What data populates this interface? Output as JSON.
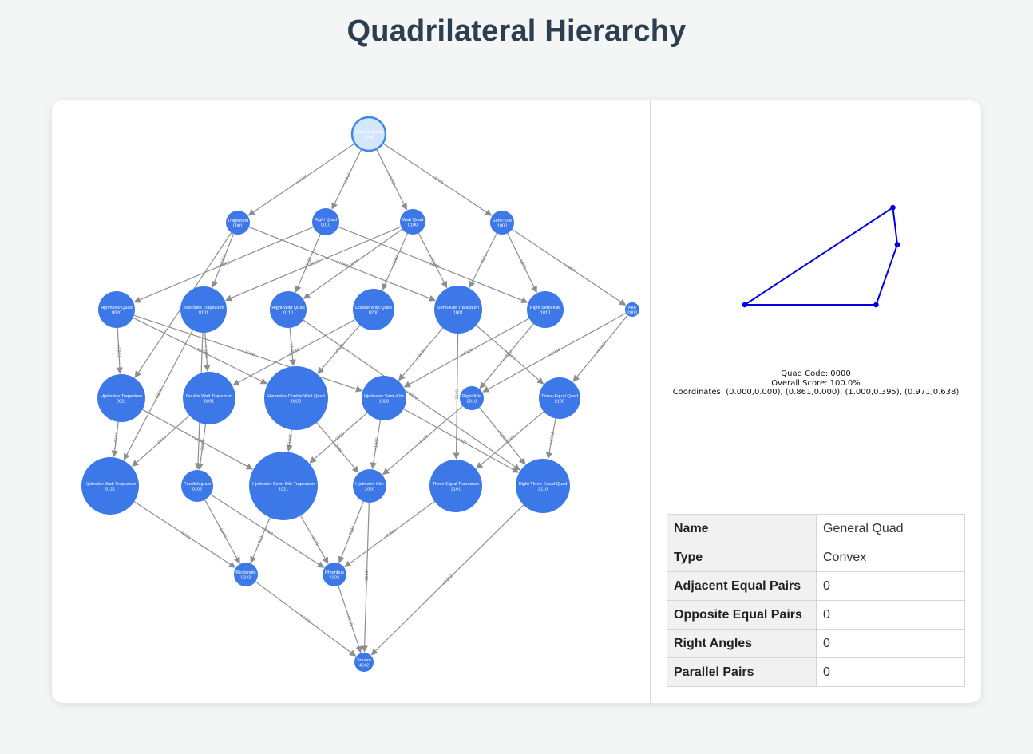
{
  "page": {
    "title": "Quadrilateral Hierarchy"
  },
  "colors": {
    "node": "#3c78e8",
    "selected_fill": "#d3e6fb",
    "selected_stroke": "#3c8be6",
    "edge": "#8e8e8e",
    "shape": "#0000e0"
  },
  "graph": {
    "selected": "0000",
    "nodes": [
      {
        "code": "0000",
        "name": "General Quad"
      },
      {
        "code": "0001",
        "name": "Trapezium"
      },
      {
        "code": "0010",
        "name": "Right Quad"
      },
      {
        "code": "0100",
        "name": "Watt Quad"
      },
      {
        "code": "1000",
        "name": "Semi-Kite"
      },
      {
        "code": "0020",
        "name": "Hjelmslev Quad"
      },
      {
        "code": "0101",
        "name": "Isosceles Trapezium"
      },
      {
        "code": "0110",
        "name": "Right Watt Quad"
      },
      {
        "code": "0200",
        "name": "Double Watt Quad"
      },
      {
        "code": "1001",
        "name": "Semi-Kite Trapezium"
      },
      {
        "code": "1010",
        "name": "Right Semi-Kite"
      },
      {
        "code": "2000",
        "name": "Kite"
      },
      {
        "code": "0021",
        "name": "Hjelmslev Trapezium"
      },
      {
        "code": "0201",
        "name": "Double Watt Trapezium"
      },
      {
        "code": "0220",
        "name": "Hjelmslev Double Watt Quad"
      },
      {
        "code": "1020",
        "name": "Hjelmslev Semi-Kite"
      },
      {
        "code": "2010",
        "name": "Right Kite"
      },
      {
        "code": "2100",
        "name": "Three-Equal Quad"
      },
      {
        "code": "0121",
        "name": "Hjelmslev Watt Trapezium"
      },
      {
        "code": "0202",
        "name": "Parallelogram"
      },
      {
        "code": "1021",
        "name": "Hjelmslev Semi-Kite Trapezium"
      },
      {
        "code": "2020",
        "name": "Hjelmslev Kite"
      },
      {
        "code": "2101",
        "name": "Three-Equal Trapezium"
      },
      {
        "code": "2110",
        "name": "Right Three-Equal Quad"
      },
      {
        "code": "0242",
        "name": "Rectangle"
      },
      {
        "code": "4202",
        "name": "Rhombus"
      },
      {
        "code": "4242",
        "name": "Square"
      }
    ],
    "edges": [
      {
        "from": "0000",
        "to": "0001",
        "label": "+0001"
      },
      {
        "from": "0000",
        "to": "0010",
        "label": "+0010"
      },
      {
        "from": "0000",
        "to": "0100",
        "label": "+0100"
      },
      {
        "from": "0000",
        "to": "1000",
        "label": "+1000"
      },
      {
        "from": "0001",
        "to": "0101",
        "label": "+0100"
      },
      {
        "from": "0001",
        "to": "0021",
        "label": "+0020"
      },
      {
        "from": "0001",
        "to": "1001",
        "label": "+1000"
      },
      {
        "from": "0010",
        "to": "0020",
        "label": "+0010"
      },
      {
        "from": "0010",
        "to": "0110",
        "label": "+0100"
      },
      {
        "from": "0010",
        "to": "1010",
        "label": "+1000"
      },
      {
        "from": "0100",
        "to": "0101",
        "label": "+0001"
      },
      {
        "from": "0100",
        "to": "0110",
        "label": "+0010"
      },
      {
        "from": "0100",
        "to": "0200",
        "label": "+0100"
      },
      {
        "from": "0100",
        "to": "1001",
        "label": "+1001"
      },
      {
        "from": "1000",
        "to": "1001",
        "label": "+0001"
      },
      {
        "from": "1000",
        "to": "1010",
        "label": "+0010"
      },
      {
        "from": "1000",
        "to": "2000",
        "label": "+1000"
      },
      {
        "from": "0020",
        "to": "0021",
        "label": "+0001"
      },
      {
        "from": "0020",
        "to": "0220",
        "label": "+0200"
      },
      {
        "from": "0020",
        "to": "1020",
        "label": "+1000"
      },
      {
        "from": "0101",
        "to": "0201",
        "label": "+0100"
      },
      {
        "from": "0101",
        "to": "0121",
        "label": "+0020"
      },
      {
        "from": "0101",
        "to": "0202",
        "label": "+0101"
      },
      {
        "from": "0110",
        "to": "0220",
        "label": "+0110"
      },
      {
        "from": "0110",
        "to": "2110",
        "label": "+2000"
      },
      {
        "from": "0200",
        "to": "0201",
        "label": "+0001"
      },
      {
        "from": "0200",
        "to": "0220",
        "label": "+0020"
      },
      {
        "from": "1001",
        "to": "1020",
        "label": "+0020"
      },
      {
        "from": "1001",
        "to": "2100",
        "label": "+1100"
      },
      {
        "from": "1001",
        "to": "2101",
        "label": "+1100"
      },
      {
        "from": "1010",
        "to": "1020",
        "label": "+0010"
      },
      {
        "from": "1010",
        "to": "2010",
        "label": "+1000"
      },
      {
        "from": "2000",
        "to": "2010",
        "label": "+0010"
      },
      {
        "from": "2000",
        "to": "2100",
        "label": "+0100"
      },
      {
        "from": "0021",
        "to": "0121",
        "label": "+0100"
      },
      {
        "from": "0021",
        "to": "1021",
        "label": "+1000"
      },
      {
        "from": "0201",
        "to": "0121",
        "label": "+0010"
      },
      {
        "from": "0201",
        "to": "0202",
        "label": "+0001"
      },
      {
        "from": "0220",
        "to": "1021",
        "label": "+1001"
      },
      {
        "from": "0220",
        "to": "2020",
        "label": "+2000"
      },
      {
        "from": "1020",
        "to": "1021",
        "label": "+0001"
      },
      {
        "from": "1020",
        "to": "2020",
        "label": "+1000"
      },
      {
        "from": "1020",
        "to": "2110",
        "label": "+1010"
      },
      {
        "from": "2010",
        "to": "2020",
        "label": "+0010"
      },
      {
        "from": "2010",
        "to": "2110",
        "label": "+0100"
      },
      {
        "from": "2100",
        "to": "2101",
        "label": "+0001"
      },
      {
        "from": "2100",
        "to": "2110",
        "label": "+0010"
      },
      {
        "from": "0121",
        "to": "0242",
        "label": "+0121"
      },
      {
        "from": "0202",
        "to": "0242",
        "label": "+0040"
      },
      {
        "from": "0202",
        "to": "4202",
        "label": "+4000"
      },
      {
        "from": "1021",
        "to": "0242",
        "label": "+0221"
      },
      {
        "from": "1021",
        "to": "4202",
        "label": "+3181"
      },
      {
        "from": "2020",
        "to": "4202",
        "label": "+2182"
      },
      {
        "from": "2101",
        "to": "4202",
        "label": "+2101"
      },
      {
        "from": "0242",
        "to": "4242",
        "label": "+4000"
      },
      {
        "from": "4202",
        "to": "4242",
        "label": "+0040"
      },
      {
        "from": "2020",
        "to": "4242",
        "label": "+2222"
      },
      {
        "from": "2110",
        "to": "4242",
        "label": "+2132"
      }
    ]
  },
  "shape": {
    "coordinates": [
      [
        0.0,
        0.0
      ],
      [
        0.861,
        0.0
      ],
      [
        1.0,
        0.395
      ],
      [
        0.971,
        0.638
      ]
    ],
    "code_line": "Quad Code: 0000",
    "score_line": "Overall Score: 100.0%",
    "coords_line": "Coordinates: (0.000,0.000), (0.861,0.000), (1.000,0.395), (0.971,0.638)"
  },
  "properties": [
    {
      "label": "Name",
      "value": "General Quad"
    },
    {
      "label": "Type",
      "value": "Convex"
    },
    {
      "label": "Adjacent Equal Pairs",
      "value": "0"
    },
    {
      "label": "Opposite Equal Pairs",
      "value": "0"
    },
    {
      "label": "Right Angles",
      "value": "0"
    },
    {
      "label": "Parallel Pairs",
      "value": "0"
    }
  ]
}
